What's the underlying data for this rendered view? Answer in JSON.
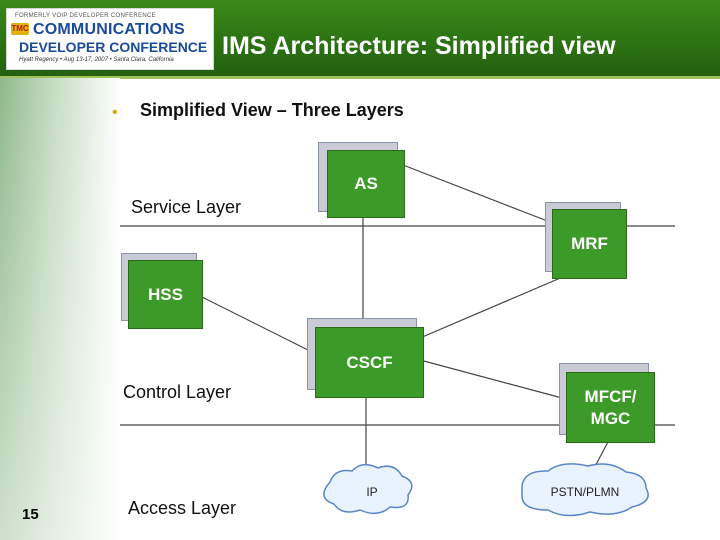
{
  "header": {
    "logo": {
      "small": "FORMERLY VOIP DEVELOPER CONFERENCE",
      "badge": "TMC",
      "line1": "COMMUNICATIONS",
      "line2": "DEVELOPER CONFERENCE",
      "line3": "Hyatt Regency • Aug 13-17, 2007 • Santa Clara, California"
    },
    "title": "IMS Architecture: Simplified view"
  },
  "bullet": "Simplified View – Three Layers",
  "layers": {
    "service": "Service Layer",
    "control": "Control Layer",
    "access": "Access Layer"
  },
  "nodes": {
    "as": "AS",
    "mrf": "MRF",
    "hss": "HSS",
    "cscf": "CSCF",
    "mgcf": "MFCF/\nMGC"
  },
  "clouds": {
    "ip": "IP",
    "pstn": "PSTN/PLMN"
  },
  "page_number": "15",
  "colors": {
    "header_green": "#2f7a14",
    "node_green": "#3c9a28",
    "bullet_orange": "#e8a400"
  }
}
